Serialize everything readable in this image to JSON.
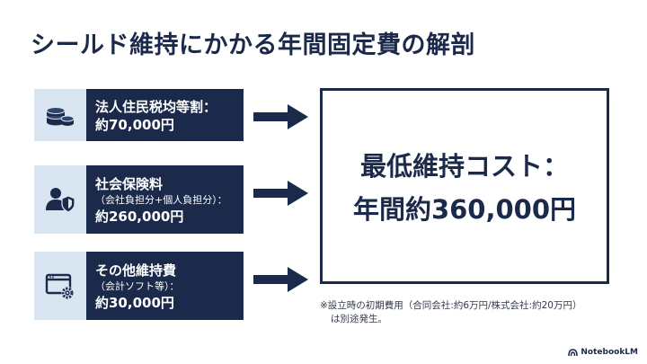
{
  "title": "シールド維持にかかる年間固定費の解剖",
  "items": [
    {
      "icon": "coins-icon",
      "label": "法人住民税均等割：",
      "sub": "",
      "amount": "約70,000円"
    },
    {
      "icon": "user-shield-icon",
      "label": "社会保険料",
      "sub": "（会社負担分+個人負担分）：",
      "amount": "約260,000円"
    },
    {
      "icon": "software-settings-icon",
      "label": "その他維持費",
      "sub": "（会計ソフト等）：",
      "amount": "約30,000円"
    }
  ],
  "result": {
    "line1": "最低維持コスト：",
    "line2": "年間約360,000円"
  },
  "note": {
    "line1": "※設立時の初期費用（合同会社:約6万円/株式会社:約20万円）",
    "line2": "は別途発生。"
  },
  "brand": "NotebookLM",
  "colors": {
    "navy": "#1b2a4a",
    "icon_bg": "#d9e6f2"
  }
}
